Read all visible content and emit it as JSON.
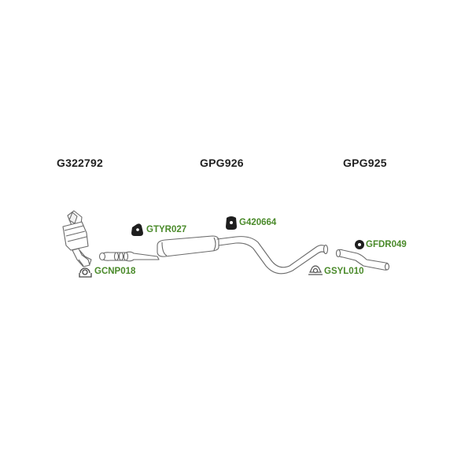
{
  "sections": [
    {
      "title": "G322792"
    },
    {
      "title": "GPG926"
    },
    {
      "title": "GPG925"
    }
  ],
  "parts": {
    "gtyr": "GTYR027",
    "g4206": "G420664",
    "gfdr": "GFDR049",
    "gcnp": "GCNP018",
    "gsyl": "GSYL010"
  },
  "colors": {
    "title": "#222222",
    "part_label": "#4a8a2a",
    "line": "#6a6a6a",
    "rubber": "#1e1e1e"
  }
}
